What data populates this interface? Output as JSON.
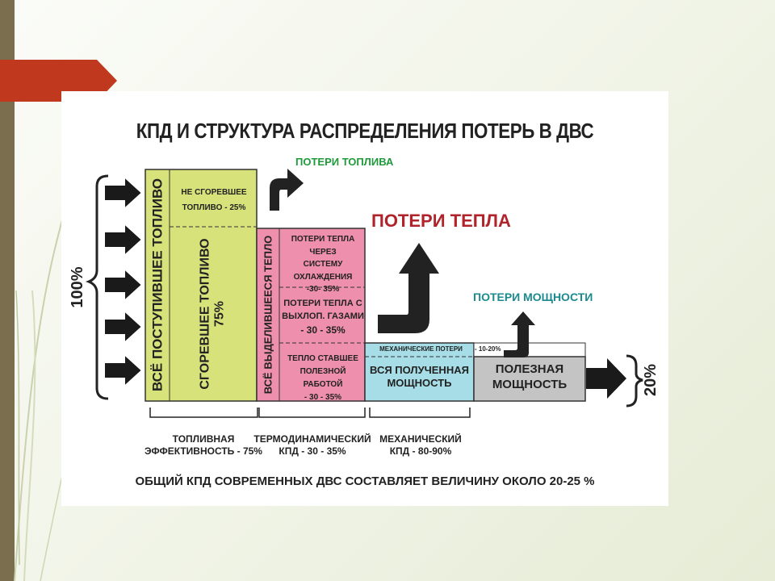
{
  "title": "КПД И СТРУКТУРА  РАСПРЕДЕЛЕНИЯ ПОТЕРЬ В ДВС",
  "input_label": "100%",
  "output_label": "20%",
  "blocks": {
    "total_fuel": "ВСЁ ПОСТУПИВШЕЕ ТОПЛИВО",
    "unburned_fuel": [
      "НЕ СГОРЕВШЕЕ",
      "ТОПЛИВО - 25%"
    ],
    "burned_fuel": [
      "СГОРЕВШЕЕ ТОПЛИВО",
      "75%"
    ],
    "released_heat": "ВСЁ ВЫДЕЛИВШЕЕСЯ ТЕПЛО",
    "cooling_loss": [
      "ПОТЕРИ ТЕПЛА ЧЕРЕЗ",
      "СИСТЕМУ ОХЛАЖДЕНИЯ",
      "-30- 35%"
    ],
    "exhaust_loss": [
      "ПОТЕРИ ТЕПЛА С",
      "ВЫХЛОП. ГАЗАМИ",
      "- 30 - 35%"
    ],
    "useful_heat": [
      "ТЕПЛО СТАВШЕЕ",
      "ПОЛЕЗНОЙ РАБОТОЙ",
      "- 30 - 35%"
    ],
    "mech_loss": "МЕХАНИЧЕСКИЕ ПОТЕРИ",
    "mech_loss_pct": "- 10-20%",
    "total_power": [
      "ВСЯ ПОЛУЧЕННАЯ",
      "МОЩНОСТЬ"
    ],
    "useful_power": [
      "ПОЛЕЗНАЯ",
      "МОЩНОСТЬ"
    ]
  },
  "losses": {
    "fuel": "ПОТЕРИ  ТОПЛИВА",
    "heat": "ПОТЕРИ  ТЕПЛА",
    "power": "ПОТЕРИ  МОЩНОСТИ"
  },
  "efficiencies": {
    "fuel": [
      "ТОПЛИВНАЯ",
      "ЭФФЕКТИВНОСТЬ - 75%"
    ],
    "thermo": [
      "ТЕРМОДИНАМИЧЕСКИЙ",
      "КПД  - 30 - 35%"
    ],
    "mech": [
      "МЕХАНИЧЕСКИЙ",
      "КПД   - 80-90%"
    ]
  },
  "footer": "ОБЩИЙ  КПД  СОВРЕМЕННЫХ  ДВС  СОСТАВЛЯЕТ  ВЕЛИЧИНУ  ОКОЛО  20-25 %",
  "colors": {
    "fuel_block": "#d8e27a",
    "heat_block": "#ee8fae",
    "power_block": "#a6dde6",
    "useful_block": "#c4c4c4",
    "fuel_loss_text": "#1f9a3a",
    "heat_loss_text": "#b0232b",
    "power_loss_text": "#1b8a8f",
    "slide_tab": "#c0381e"
  }
}
